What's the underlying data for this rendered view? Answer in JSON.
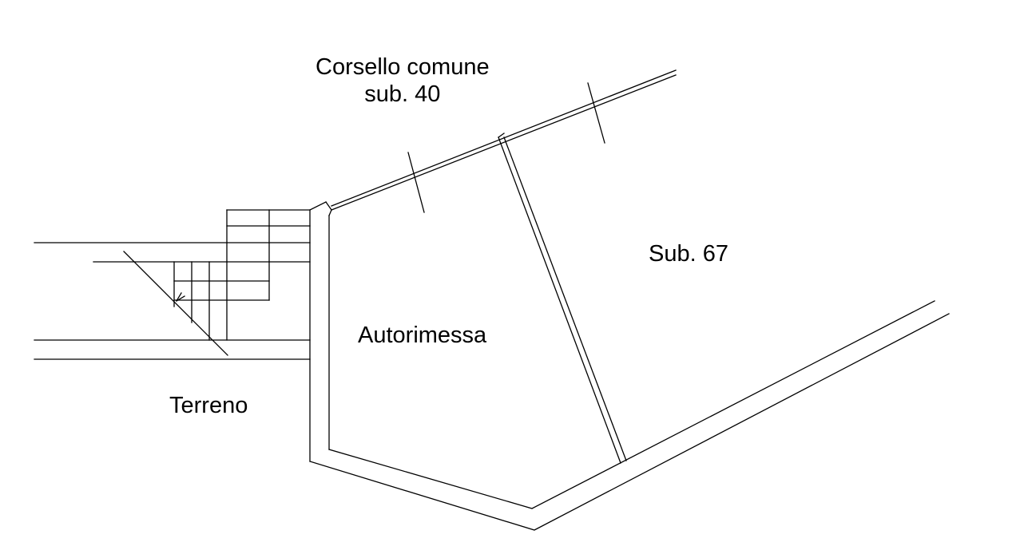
{
  "labels": {
    "corsello_line1": "Corsello comune",
    "corsello_line2": "sub. 40",
    "sub67": "Sub. 67",
    "autorimessa": "Autorimessa",
    "terreno": "Terreno"
  },
  "colors": {
    "background": "#ffffff",
    "ink": "#000000"
  }
}
